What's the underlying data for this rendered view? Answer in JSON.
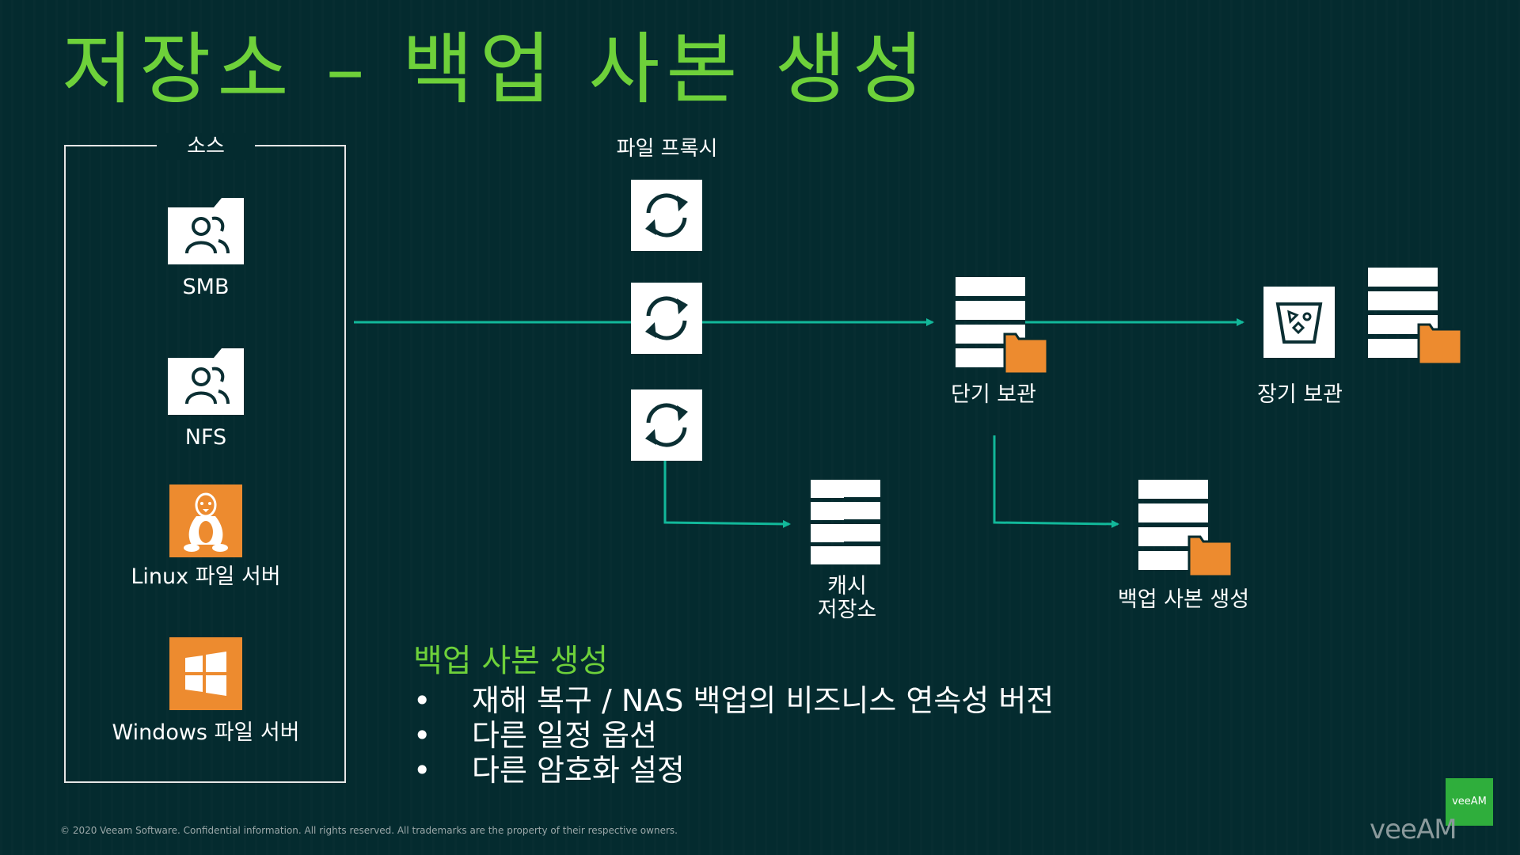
{
  "title": "저장소 – 백업 사본 생성",
  "source": {
    "title": "소스",
    "items": [
      {
        "label": "SMB",
        "icon": "network-share-icon"
      },
      {
        "label": "NFS",
        "icon": "network-share-icon"
      },
      {
        "label": "Linux 파일 서버",
        "icon": "linux-icon"
      },
      {
        "label": "Windows 파일 서버",
        "icon": "windows-icon"
      }
    ]
  },
  "proxy": {
    "label": "파일 프록시",
    "icon": "sync-icon"
  },
  "cache": {
    "label_line1": "캐시",
    "label_line2": "저장소"
  },
  "short_term": {
    "label": "단기 보관"
  },
  "long_term": {
    "label": "장기 보관"
  },
  "backup_copy": {
    "label": "백업 사본 생성"
  },
  "bullets": {
    "heading": "백업 사본 생성",
    "items": [
      "재해 복구 / NAS 백업의 비즈니스 연속성 버전",
      "다른 일정 옵션",
      "다른 암호화 설정"
    ],
    "marker": "•"
  },
  "footer": "© 2020 Veeam Software. Confidential information. All rights reserved. All trademarks are the property of their respective owners.",
  "brand": {
    "square_text": "veeAM",
    "logo_text": "veeAM"
  },
  "colors": {
    "background": "#042b2f",
    "accent_green": "#6ed13a",
    "arrow": "#12b89a",
    "orange": "#ed8b2f",
    "veeam_green": "#2fae3c"
  }
}
